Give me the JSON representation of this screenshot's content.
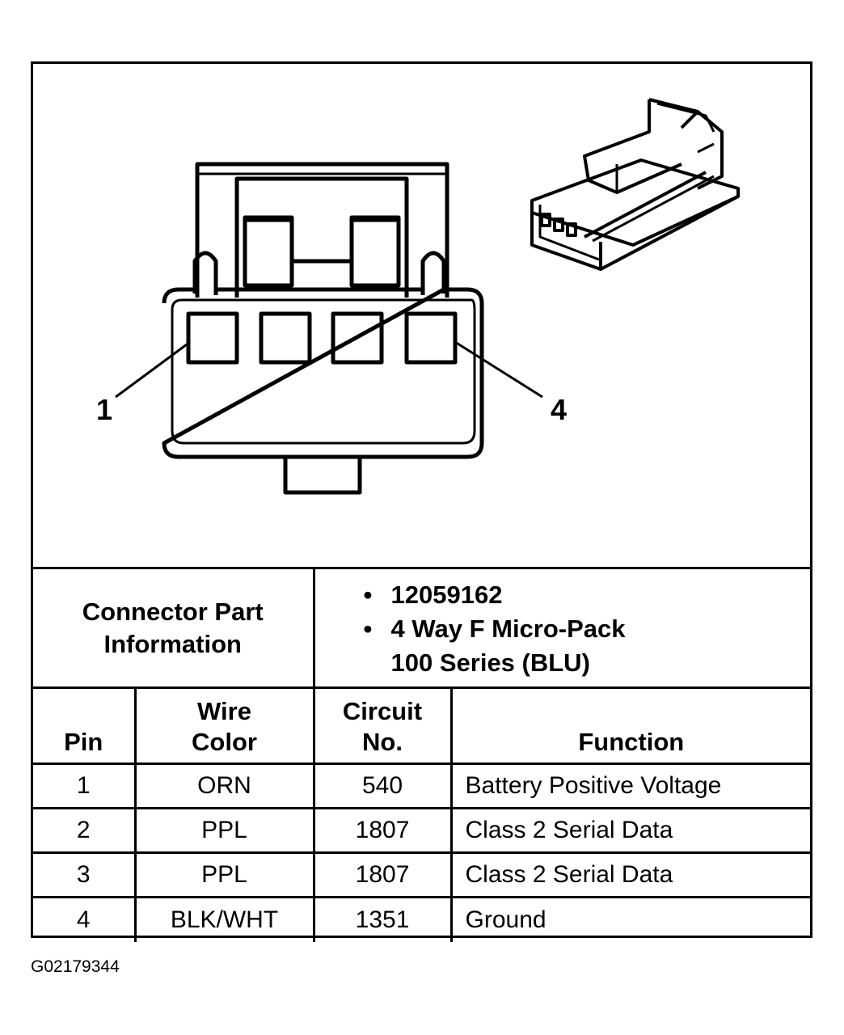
{
  "connector": {
    "pin_callouts": [
      "1",
      "4"
    ],
    "info_label_line1": "Connector Part",
    "info_label_line2": "Information",
    "part_number": "12059162",
    "description_line1": "4 Way F Micro-Pack",
    "description_line2": "100 Series (BLU)"
  },
  "table": {
    "headers": {
      "pin": "Pin",
      "wire_color_1": "Wire",
      "wire_color_2": "Color",
      "circuit_1": "Circuit",
      "circuit_2": "No.",
      "function": "Function"
    },
    "rows": [
      {
        "pin": "1",
        "wire_color": "ORN",
        "circuit": "540",
        "function": "Battery Positive Voltage"
      },
      {
        "pin": "2",
        "wire_color": "PPL",
        "circuit": "1807",
        "function": "Class 2 Serial Data"
      },
      {
        "pin": "3",
        "wire_color": "PPL",
        "circuit": "1807",
        "function": "Class 2 Serial Data"
      },
      {
        "pin": "4",
        "wire_color": "BLK/WHT",
        "circuit": "1351",
        "function": "Ground"
      }
    ]
  },
  "figure_id": "G02179344"
}
